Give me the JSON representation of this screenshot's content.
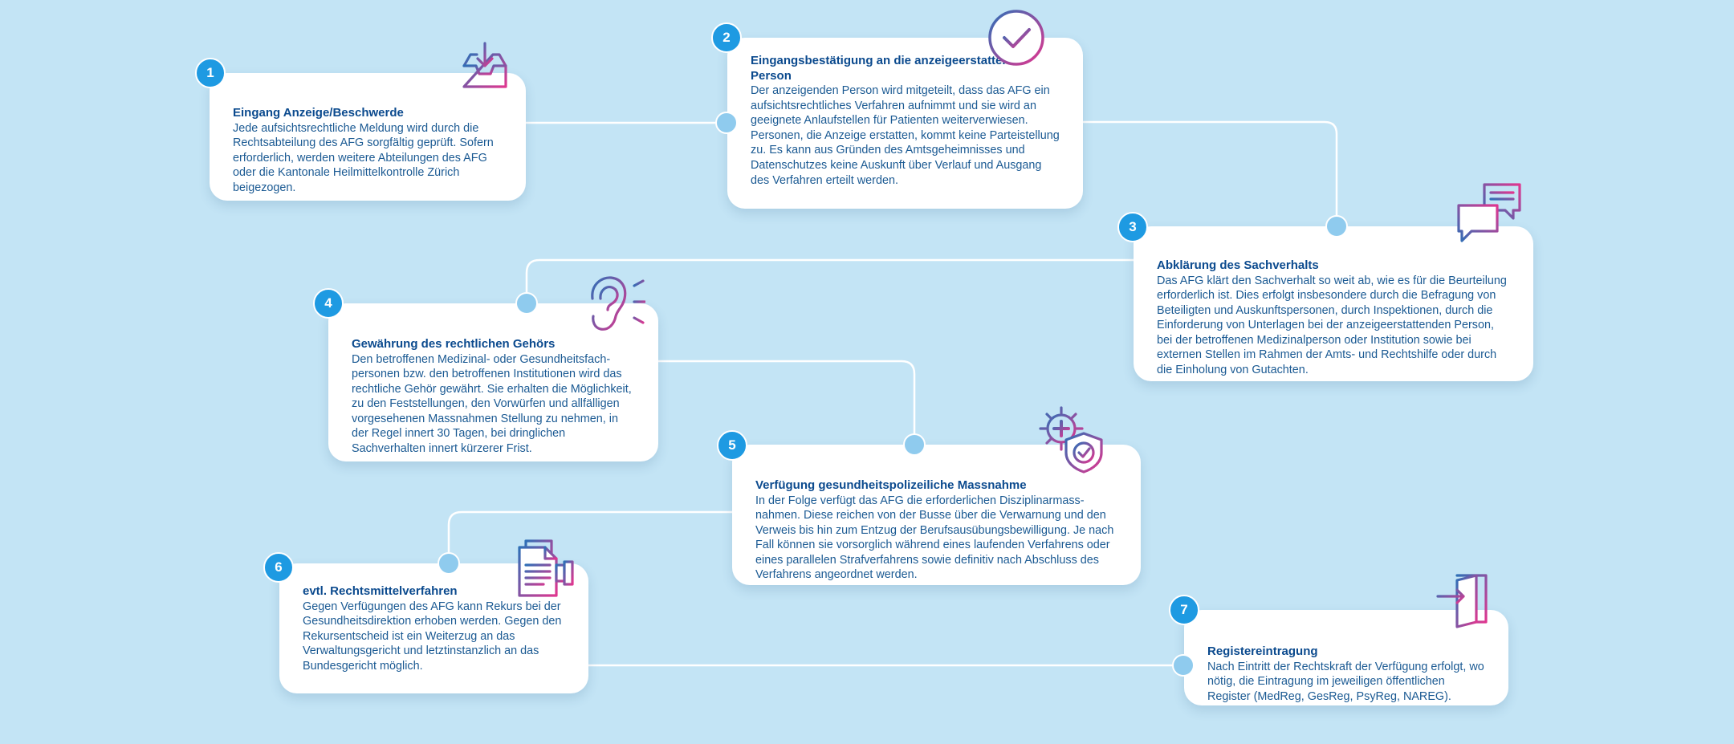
{
  "colors": {
    "background": "#c3e4f5",
    "badge": "#1e9ae2",
    "title": "#0b4a8e",
    "body": "#1b5a93",
    "icon_gradient_start": "#2f6fb6",
    "icon_gradient_end": "#e0368f"
  },
  "steps": [
    {
      "number": "1",
      "title": "Eingang Anzeige/Beschwerde",
      "body": "Jede aufsichtsrechtliche Meldung wird durch die Rechtsabteilung des AFG sorgfältig geprüft. Sofern erforderlich, werden weitere Abteilungen des AFG oder die Kantonale Heilmittelkontrolle Zürich beigezogen.",
      "icon": "inbox-tray-icon"
    },
    {
      "number": "2",
      "title": "Eingangsbestätigung an die anzeigeerstattende Person",
      "body": "Der anzeigenden Person wird mitgeteilt, dass das AFG ein aufsichtsrechtliches Verfahren aufnimmt und sie wird an geeignete Anlaufstellen für Patienten weiter­verwiesen. Personen, die Anzeige erstatten, kommt keine Parteistellung zu. Es kann aus Gründen des Amtsgeheimnisses und Datenschutzes keine Auskunft über Verlauf und Ausgang des Verfahren erteilt werden.",
      "icon": "checkmark-circle-icon"
    },
    {
      "number": "3",
      "title": "Abklärung des Sachverhalts",
      "body": "Das AFG klärt den Sachverhalt so weit ab, wie es für die Beurteilung erforderlich ist. Dies erfolgt insbesondere durch die Befragung von Beteiligten und Auskunftspersonen, durch Inspektionen, durch die Einforderung von Unterlagen bei der anzeigeerstattenden Person, bei der betroffenen Medizinalper­son oder Institution sowie bei externen Stellen im Rahmen der Amts- und Rechtshilfe oder durch die Einholung von Gutachten.",
      "icon": "chat-bubbles-icon"
    },
    {
      "number": "4",
      "title": "Gewährung des rechtlichen Gehörs",
      "body": "Den betroffenen Medizinal- oder Gesundheitsfach­personen bzw. den betroffenen Institutionen wird das rechtliche Gehör gewährt. Sie erhalten die Möglichkeit, zu den Feststellungen, den Vorwürfen und allfälligen vorgesehenen Massnahmen Stellung zu nehmen, in der Regel innert 30 Tagen, bei dringlichen Sachverhalten innert kürzerer Frist.",
      "icon": "ear-icon"
    },
    {
      "number": "5",
      "title": "Verfügung gesundheitspolizeiliche Massnahme",
      "body": "In der Folge verfügt das AFG die erforderlichen Disziplinarmass­nahmen. Diese reichen von der Busse über die Verwarnung und den Verweis bis hin zum Entzug der Berufsausübungsbewilli­gung. Je nach Fall können sie vorsorglich während eines laufen­den Verfahrens oder eines parallelen Strafverfahrens sowie definitiv nach Abschluss des Verfahrens angeordnet werden.",
      "icon": "gear-shield-icon"
    },
    {
      "number": "6",
      "title": "evtl. Rechtsmittelverfahren",
      "body": "Gegen Verfügungen des AFG kann Rekurs bei der Gesundheitsdirektion erhoben werden. Gegen den Rekursentscheid ist ein Weiterzug an das Verwaltungsgericht und letztinstanzlich an das Bundesgericht möglich.",
      "icon": "document-stamp-icon"
    },
    {
      "number": "7",
      "title": "Registereintragung",
      "body": "Nach Eintritt der Rechtskraft der Verfügung erfolgt, wo nötig, die Eintragung im jeweiligen öffentlichen Register (MedReg, GesReg, PsyReg, NAREG).",
      "icon": "enter-door-icon"
    }
  ]
}
